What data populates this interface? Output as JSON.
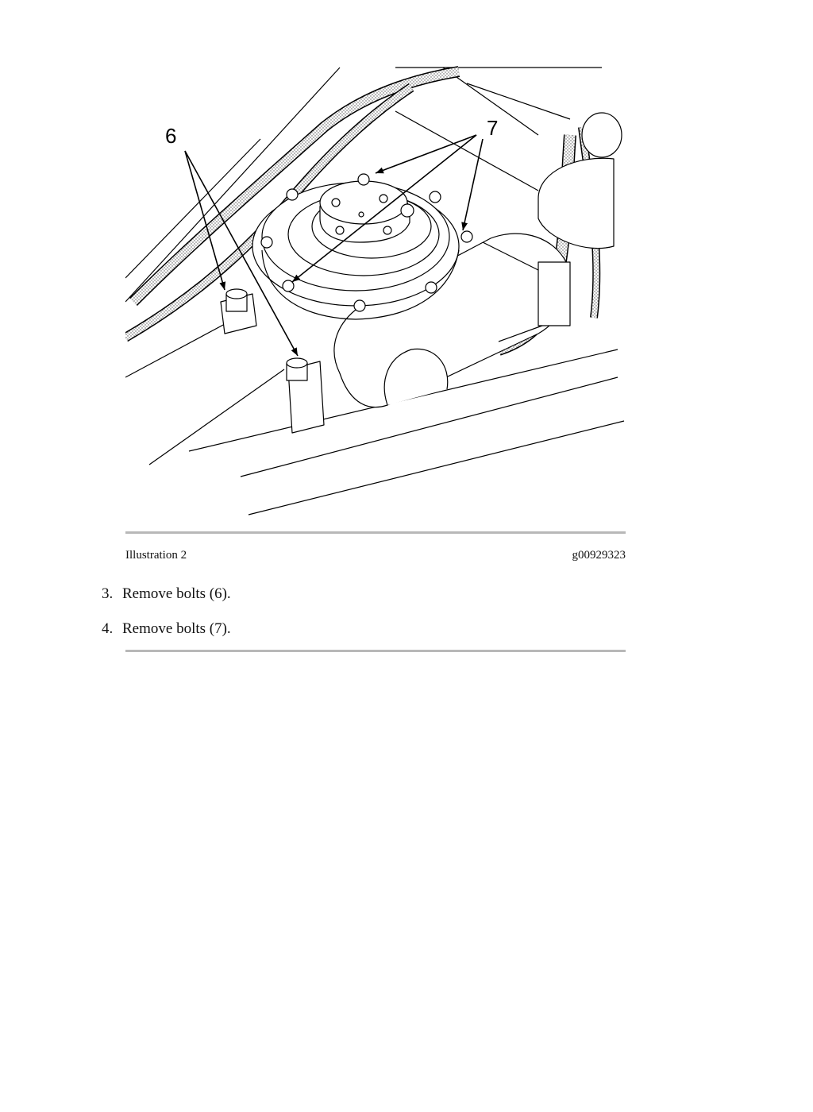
{
  "figure": {
    "callouts": [
      "6",
      "7"
    ]
  },
  "caption": {
    "label": "Illustration 2",
    "code": "g00929323"
  },
  "steps": [
    {
      "number": "3.",
      "text": "Remove bolts (6)."
    },
    {
      "number": "4.",
      "text": "Remove bolts (7)."
    }
  ]
}
